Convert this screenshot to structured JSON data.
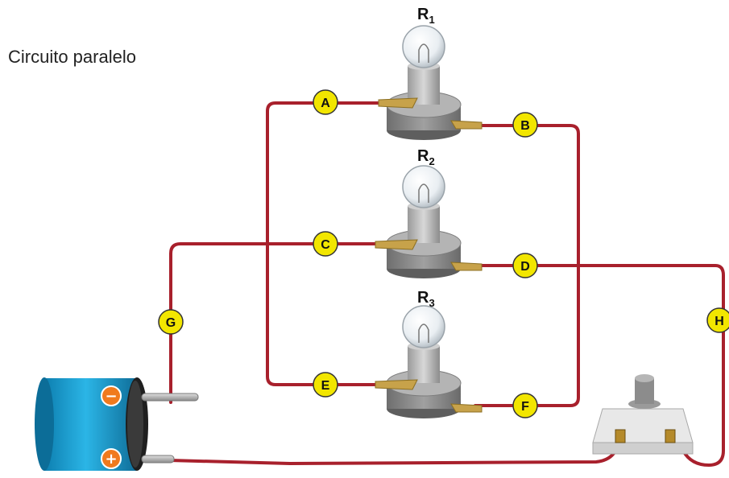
{
  "title": "Circuito paralelo",
  "resistors": [
    {
      "letter": "R",
      "sub": "1"
    },
    {
      "letter": "R",
      "sub": "2"
    },
    {
      "letter": "R",
      "sub": "3"
    }
  ],
  "nodes": {
    "A": "A",
    "B": "B",
    "C": "C",
    "D": "D",
    "E": "E",
    "F": "F",
    "G": "G",
    "H": "H"
  },
  "battery": {
    "negative": "−",
    "positive": "+"
  },
  "colors": {
    "wire": "#a8202c",
    "node_fill": "#f2e600",
    "battery": "#1aa3d6",
    "terminal_sign": "#f07a1e",
    "lamp_base": "#8a8a8a"
  }
}
